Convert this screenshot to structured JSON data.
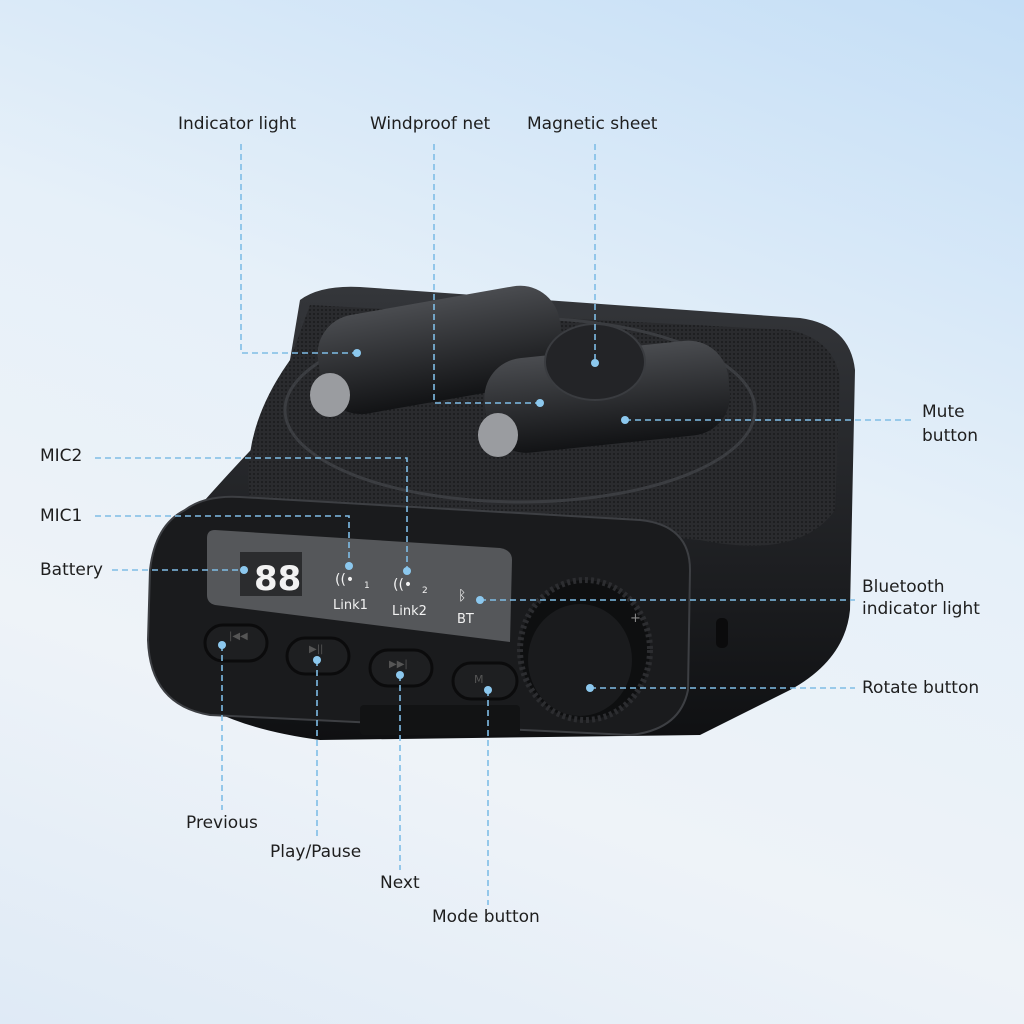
{
  "labels": {
    "indicator_light": "Indicator light",
    "windproof_net": "Windproof net",
    "magnetic_sheet": "Magnetic sheet",
    "mute_button_1": "Mute",
    "mute_button_2": "button",
    "mic2": "MIC2",
    "mic1": "MIC1",
    "battery": "Battery",
    "bluetooth_1": "Bluetooth",
    "bluetooth_2": "indicator light",
    "rotate_button": "Rotate button",
    "previous": "Previous",
    "play_pause": "Play/Pause",
    "next": "Next",
    "mode_button": "Mode button"
  },
  "display": {
    "battery_digits": "88",
    "link1_sub": "1",
    "link1": "Link1",
    "link2_sub": "2",
    "link2": "Link2",
    "bt": "BT",
    "mode_key": "M",
    "volume_plus": "+"
  },
  "colors": {
    "leader_line": "#7fbde6",
    "device_body": "#1b1c1e",
    "background": "#e6f0f9"
  }
}
